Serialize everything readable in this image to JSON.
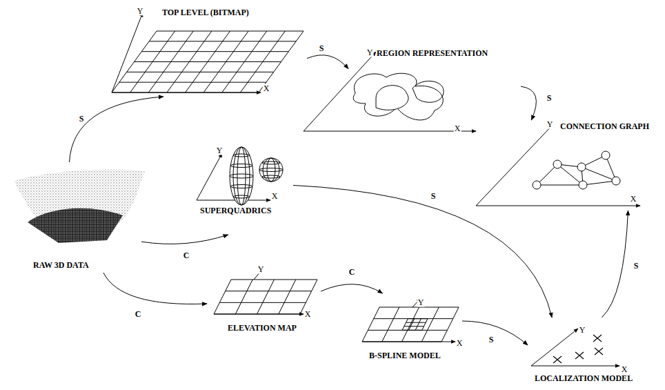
{
  "diagram": {
    "nodes": [
      {
        "text": [
          "RAW 3D DATA"
        ]
      },
      {
        "text": [
          "TOP LEVEL (BITMAP)"
        ]
      },
      {
        "text": [
          "REGION REPRESENTATION"
        ]
      },
      {
        "text": [
          "CONNECTION GRAPH"
        ]
      },
      {
        "text": [
          "SUPERQUADRICS"
        ]
      },
      {
        "text": [
          "ELEVATION MAP"
        ]
      },
      {
        "text": [
          "B-SPLINE MODEL"
        ]
      },
      {
        "text": [
          "LOCALIZATION MODEL"
        ]
      }
    ],
    "edges": [
      {
        "from": 0,
        "to": 1,
        "arrow": "to",
        "label": "S"
      },
      {
        "from": 1,
        "to": 2,
        "arrow": "to",
        "label": "S"
      },
      {
        "from": 2,
        "to": 3,
        "arrow": "to",
        "label": "S"
      },
      {
        "from": 0,
        "to": 4,
        "arrow": "to",
        "label": "C"
      },
      {
        "from": 4,
        "to": 7,
        "arrow": "to",
        "label": "S"
      },
      {
        "from": 0,
        "to": 5,
        "arrow": "to",
        "label": "C"
      },
      {
        "from": 5,
        "to": 6,
        "arrow": "to",
        "label": "C"
      },
      {
        "from": 6,
        "to": 7,
        "arrow": "to",
        "label": "S"
      },
      {
        "from": 7,
        "to": 3,
        "arrow": "to",
        "label": "S"
      }
    ],
    "labels": [
      "Y",
      "X",
      "Y",
      "X",
      "Y",
      "X",
      "Y",
      "X",
      "Y",
      "X",
      "Y",
      "X",
      "Y",
      "X"
    ]
  }
}
